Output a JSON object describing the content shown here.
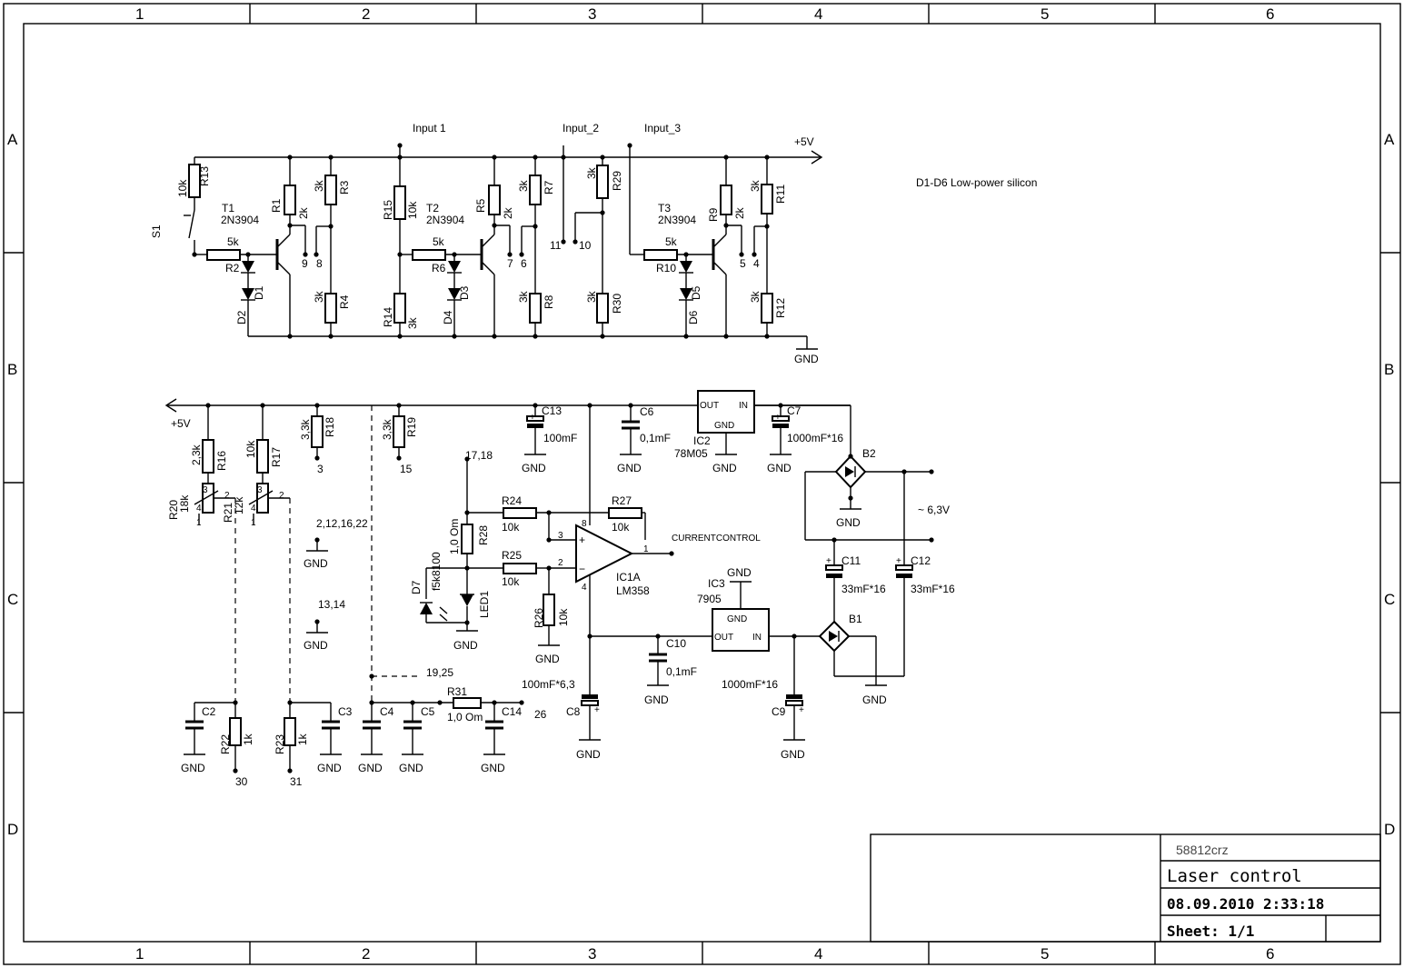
{
  "frame": {
    "columns": [
      "1",
      "2",
      "3",
      "4",
      "5",
      "6"
    ],
    "rows": [
      "A",
      "B",
      "C",
      "D"
    ]
  },
  "title_block": {
    "id": "58812crz",
    "title": "Laser control",
    "datetime": "08.09.2010 2:33:18",
    "sheet": "Sheet: 1/1"
  },
  "notes": {
    "diodes": "D1-D6 Low-power silicon",
    "ac_voltage": "~ 6,3V"
  },
  "nets": {
    "input1": "Input 1",
    "input2": "Input_2",
    "input3": "Input_3",
    "vcc_top": "+5V",
    "vcc_left": "+5V",
    "gnd": "GND",
    "currentcontrol": "CURRENTCONTROL"
  },
  "pins": {
    "p9": "9",
    "p8": "8",
    "p7": "7",
    "p6": "6",
    "p11": "11",
    "p10": "10",
    "p5": "5",
    "p4": "4",
    "p3": "3",
    "p15": "15",
    "p1718": "17,18",
    "p2121622": "2,12,16,22",
    "p1314": "13,14",
    "p1925": "19,25",
    "p26": "26",
    "p30": "30",
    "p31": "31"
  },
  "components": {
    "R13": {
      "ref": "R13",
      "val": "10k"
    },
    "S1": {
      "ref": "S1"
    },
    "T1": {
      "ref": "T1",
      "val": "2N3904"
    },
    "R1": {
      "ref": "R1",
      "val": "2k"
    },
    "R3": {
      "ref": "R3",
      "val": "3k"
    },
    "R2": {
      "ref": "R2",
      "val": "5k"
    },
    "D1": {
      "ref": "D1"
    },
    "D2": {
      "ref": "D2"
    },
    "R4": {
      "ref": "R4",
      "val": "3k"
    },
    "R15": {
      "ref": "R15",
      "val": "10k"
    },
    "T2": {
      "ref": "T2",
      "val": "2N3904"
    },
    "R5": {
      "ref": "R5",
      "val": "2k"
    },
    "R7": {
      "ref": "R7",
      "val": "3k"
    },
    "R6": {
      "ref": "R6",
      "val": "5k"
    },
    "D3": {
      "ref": "D3"
    },
    "D4": {
      "ref": "D4"
    },
    "R14": {
      "ref": "R14",
      "val": "3k"
    },
    "R8": {
      "ref": "R8",
      "val": "3k"
    },
    "R29": {
      "ref": "R29",
      "val": "3k"
    },
    "R30": {
      "ref": "R30",
      "val": "3k"
    },
    "T3": {
      "ref": "T3",
      "val": "2N3904"
    },
    "R9": {
      "ref": "R9",
      "val": "2k"
    },
    "R11": {
      "ref": "R11",
      "val": "3k"
    },
    "R10": {
      "ref": "R10",
      "val": "5k"
    },
    "D5": {
      "ref": "D5"
    },
    "D6": {
      "ref": "D6"
    },
    "R12": {
      "ref": "R12",
      "val": "3k"
    },
    "R16": {
      "ref": "R16",
      "val": "2,3k"
    },
    "R17": {
      "ref": "R17",
      "val": "10k"
    },
    "R18": {
      "ref": "R18",
      "val": "3,3k"
    },
    "R19": {
      "ref": "R19",
      "val": "3,3k"
    },
    "R20": {
      "ref": "R20",
      "val": "18k"
    },
    "R21": {
      "ref": "R21",
      "val": "12k"
    },
    "C13": {
      "ref": "C13",
      "val": "100mF"
    },
    "C6": {
      "ref": "C6",
      "val": "0,1mF"
    },
    "IC2": {
      "ref": "IC2",
      "val": "78M05",
      "pin_out": "OUT",
      "pin_in": "IN",
      "pin_gnd": "GND"
    },
    "C7": {
      "ref": "C7",
      "val": "1000mF*16"
    },
    "B2": {
      "ref": "B2"
    },
    "R24": {
      "ref": "R24",
      "val": "10k"
    },
    "R27": {
      "ref": "R27",
      "val": "10k"
    },
    "R28": {
      "ref": "R28",
      "val": "1,0 Om"
    },
    "R25": {
      "ref": "R25",
      "val": "10k"
    },
    "IC1A": {
      "ref": "IC1A",
      "val": "LM358"
    },
    "D7": {
      "ref": "D7",
      "val": "f5k8100"
    },
    "LED1": {
      "ref": "LED1"
    },
    "R26": {
      "ref": "R26",
      "val": "10k"
    },
    "C11": {
      "ref": "C11",
      "val": "33mF*16"
    },
    "C12": {
      "ref": "C12",
      "val": "33mF*16"
    },
    "IC3": {
      "ref": "IC3",
      "val": "7905",
      "pin_out": "OUT",
      "pin_in": "IN",
      "pin_gnd": "GND"
    },
    "B1": {
      "ref": "B1"
    },
    "C10": {
      "ref": "C10",
      "val": "0,1mF"
    },
    "C8": {
      "ref": "C8",
      "val": "100mF*6,3"
    },
    "C9": {
      "ref": "C9",
      "val": "1000mF*16"
    },
    "C2": {
      "ref": "C2"
    },
    "R22": {
      "ref": "R22",
      "val": "1k"
    },
    "R23": {
      "ref": "R23",
      "val": "1k"
    },
    "C3": {
      "ref": "C3"
    },
    "C4": {
      "ref": "C4"
    },
    "C5": {
      "ref": "C5"
    },
    "R31": {
      "ref": "R31",
      "val": "1,0 Om"
    },
    "C14": {
      "ref": "C14"
    }
  },
  "pot_pins": {
    "p1": "1",
    "p2": "2",
    "p3": "3",
    "p4": "4"
  },
  "opamp_pins": {
    "p1": "1",
    "p2": "2",
    "p3": "3",
    "p4": "4",
    "p8": "8"
  }
}
